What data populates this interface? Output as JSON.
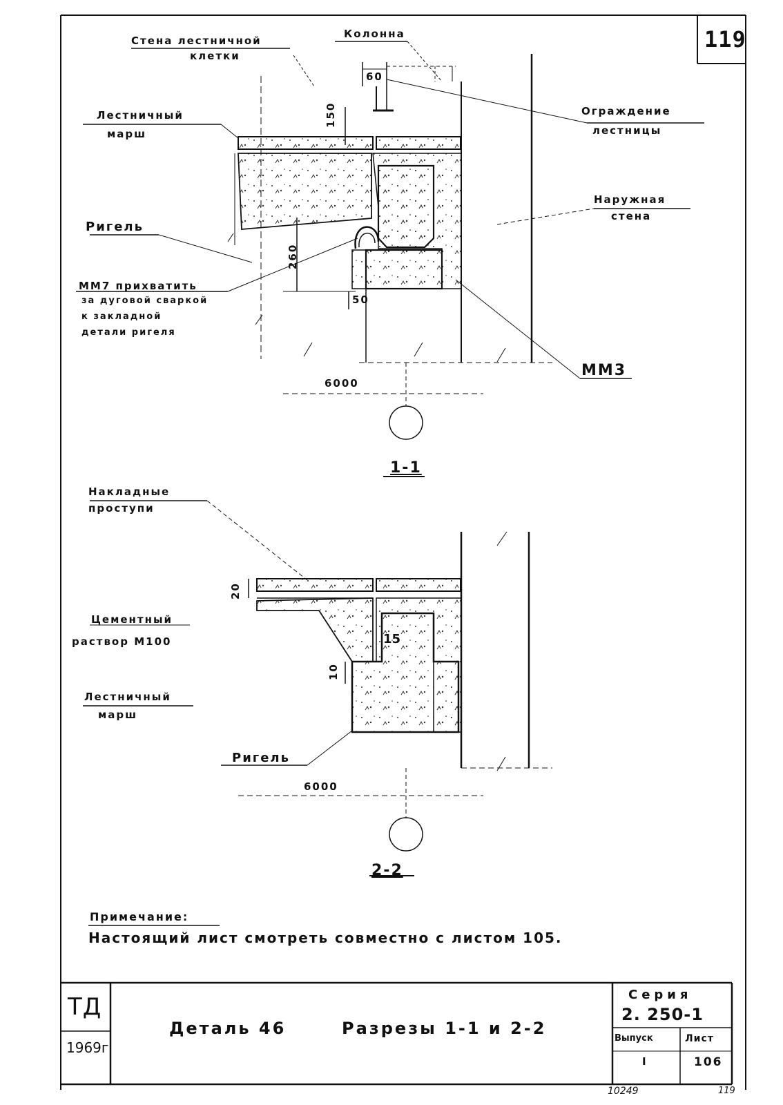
{
  "page_number": "119",
  "section_1": {
    "title": "1-1",
    "labels": {
      "stairwell_wall_line1": "Стена лестничной",
      "stairwell_wall_line2": "клетки",
      "column": "Колонна",
      "stair_flight_line1": "Лестничный",
      "stair_flight_line2": "марш",
      "railing_line1": "Ограждение",
      "railing_line2": "лестницы",
      "outer_wall_line1": "Наружная",
      "outer_wall_line2": "стена",
      "girder": "Ригель",
      "mm7_line1": "ММ7 прихватить",
      "mm7_line2": "за дуговой сваркой",
      "mm7_line3": "к закладной",
      "mm7_line4": "детали ригеля",
      "mm3": "ММ3"
    },
    "dims": {
      "d60": "60",
      "d150": "150",
      "d260": "260",
      "d50": "50",
      "span": "6000"
    }
  },
  "section_2": {
    "title": "2-2",
    "labels": {
      "overlay_steps_line1": "Накладные",
      "overlay_steps_line2": "проступи",
      "mortar_line1": "Цементный",
      "mortar_line2": "раствор М100",
      "stair_flight_line1": "Лестничный",
      "stair_flight_line2": "марш",
      "girder": "Ригель"
    },
    "dims": {
      "d20": "20",
      "d15": "15",
      "d10": "10",
      "span": "6000"
    }
  },
  "note": {
    "heading": "Примечание:",
    "text": "Настоящий лист смотреть совместно с листом 105."
  },
  "title_block": {
    "logo": "ТД",
    "year": "1969г",
    "title_left": "Деталь 46",
    "title_right": "Разрезы 1-1 и 2-2",
    "series_label": "Серия",
    "series_value": "2. 250-1",
    "issue_label": "Выпуск",
    "issue_value": "I",
    "sheet_label": "Лист",
    "sheet_value": "106",
    "code_left": "10249",
    "code_right": "119"
  }
}
